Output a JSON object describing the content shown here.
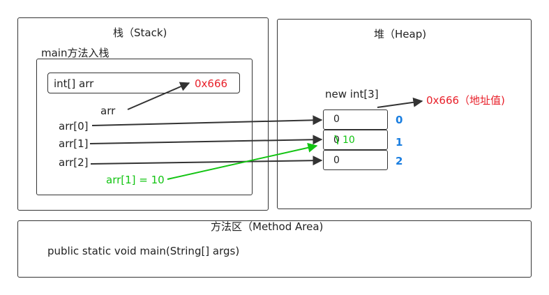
{
  "stack": {
    "title": "栈（Stack)",
    "frame_label": "main方法入栈",
    "var_decl": "int[] arr",
    "var_value": "0x666",
    "arr_label": "arr",
    "elements": [
      "arr[0]",
      "arr[1]",
      "arr[2]"
    ],
    "assignment": "arr[1] = 10"
  },
  "heap": {
    "title": "堆（Heap)",
    "new_label": "new int[3]",
    "address_label": "0x666（地址值)",
    "cells": [
      "0",
      "0",
      "0"
    ],
    "cell1_new": "10",
    "indices": [
      "0",
      "1",
      "2"
    ]
  },
  "method_area": {
    "title": "方法区（Method Area)",
    "signature": "public static void main(String[] args)"
  },
  "colors": {
    "address": "#e8202a",
    "assignment": "#12c412",
    "index": "#1a7ee0",
    "border": "#333333"
  }
}
